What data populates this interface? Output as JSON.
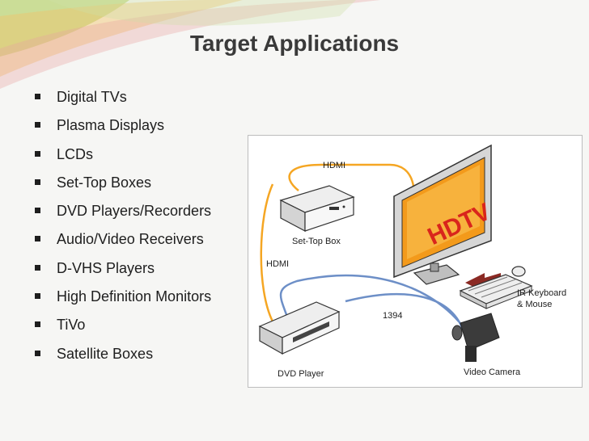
{
  "slide": {
    "title": "Target Applications",
    "bullets": [
      "Digital TVs",
      "Plasma Displays",
      "LCDs",
      "Set-Top Boxes",
      "DVD Players/Recorders",
      "Audio/Video Receivers",
      "D-VHS Players",
      "High Definition Monitors",
      "TiVo",
      "Satellite Boxes"
    ]
  },
  "diagram": {
    "labels": {
      "hdmi_top": "HDMI",
      "hdmi_left": "HDMI",
      "set_top_box": "Set-Top Box",
      "hdtv": "HDTV",
      "ir_keyboard_line1": "IR Keyboard",
      "ir_keyboard_line2": "& Mouse",
      "firewire": "1394",
      "dvd_player": "DVD Player",
      "video_camera": "Video Camera"
    },
    "colors": {
      "hdmi_cable": "#f5a623",
      "firewire_cable": "#6d8fc7",
      "hdtv_screen": "#f39a1b",
      "hdtv_text": "#d9251c",
      "arrow": "#8b2a24"
    }
  }
}
